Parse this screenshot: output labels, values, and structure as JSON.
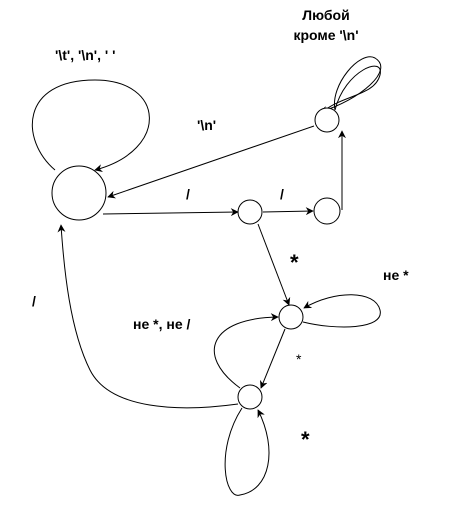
{
  "diagram": {
    "states": [
      {
        "id": "start"
      },
      {
        "id": "slash1"
      },
      {
        "id": "line-comment"
      },
      {
        "id": "line-comment-end"
      },
      {
        "id": "block-comment"
      },
      {
        "id": "block-star"
      }
    ],
    "labels": {
      "whitespace_loop": "'\\t', '\\n', ' '",
      "any_except_newline_line1": "Любой",
      "any_except_newline_line2": "кроме '\\n'",
      "newline": "'\\n'",
      "slash_a": "/",
      "slash_b": "/",
      "star_enter": "*",
      "not_star": "не *",
      "not_star_not_slash": "не *, не /",
      "star_small": "*",
      "star_loop": "*",
      "slash_return": "/"
    }
  }
}
